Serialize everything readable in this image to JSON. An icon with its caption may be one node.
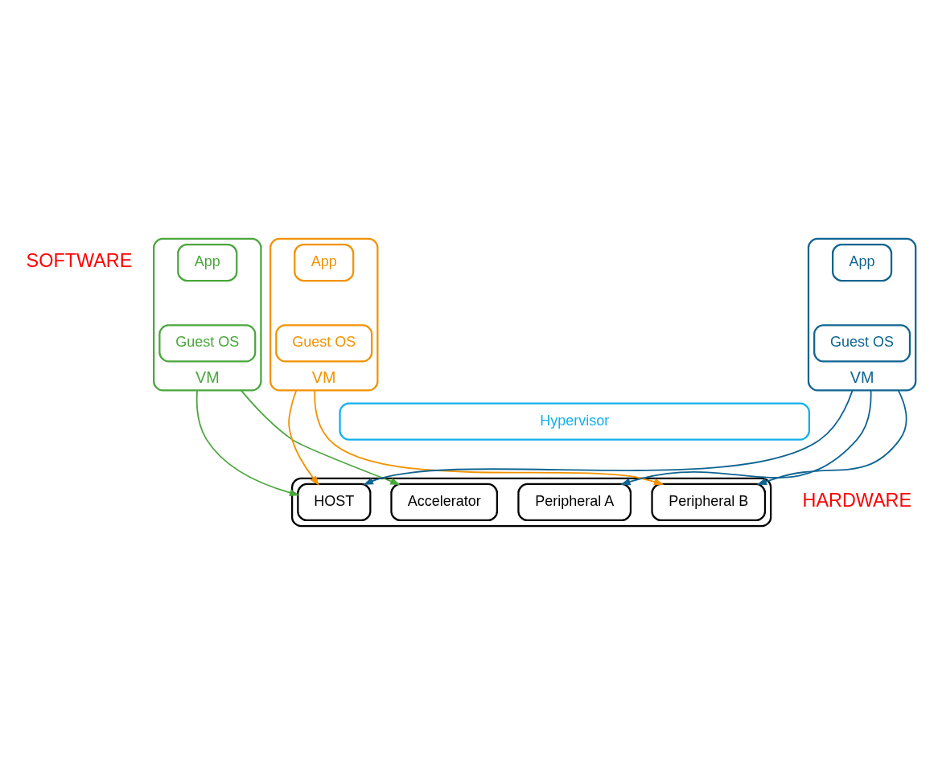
{
  "diagram": {
    "nodes": [
      {
        "text": [
          "VM"
        ]
      },
      {
        "text": [
          "App"
        ],
        "in": 0
      },
      {
        "text": [
          "Guest OS"
        ],
        "in": 0
      },
      {
        "text": [
          "VM"
        ]
      },
      {
        "text": [
          "App"
        ],
        "in": 3
      },
      {
        "text": [
          "Guest OS"
        ],
        "in": 3
      },
      {
        "text": [
          "VM"
        ]
      },
      {
        "text": [
          "App"
        ],
        "in": 6
      },
      {
        "text": [
          "Guest OS"
        ],
        "in": 6
      },
      {
        "text": [
          "Hypervisor"
        ]
      },
      {
        "text": [],
        "shape": "box"
      },
      {
        "text": [
          "HOST"
        ],
        "in": 10
      },
      {
        "text": [
          "Accelerator"
        ],
        "in": 10
      },
      {
        "text": [
          "Peripheral A"
        ],
        "in": 10
      },
      {
        "text": [
          "Peripheral B"
        ],
        "in": 10
      }
    ],
    "edges": [
      {
        "from": 0,
        "to": 11,
        "arrow": "to",
        "color": "#4aa63c"
      },
      {
        "from": 0,
        "to": 12,
        "arrow": "to",
        "color": "#4aa63c"
      },
      {
        "from": 3,
        "to": 11,
        "arrow": "to",
        "color": "#f39200"
      },
      {
        "from": 3,
        "to": 14,
        "arrow": "to",
        "color": "#f39200"
      },
      {
        "from": 6,
        "to": 11,
        "arrow": "to"
      },
      {
        "from": 6,
        "to": 13,
        "arrow": "to"
      },
      {
        "from": 6,
        "to": 14,
        "arrow": "to"
      }
    ],
    "labels": [
      "SOFTWARE",
      "HARDWARE"
    ]
  }
}
